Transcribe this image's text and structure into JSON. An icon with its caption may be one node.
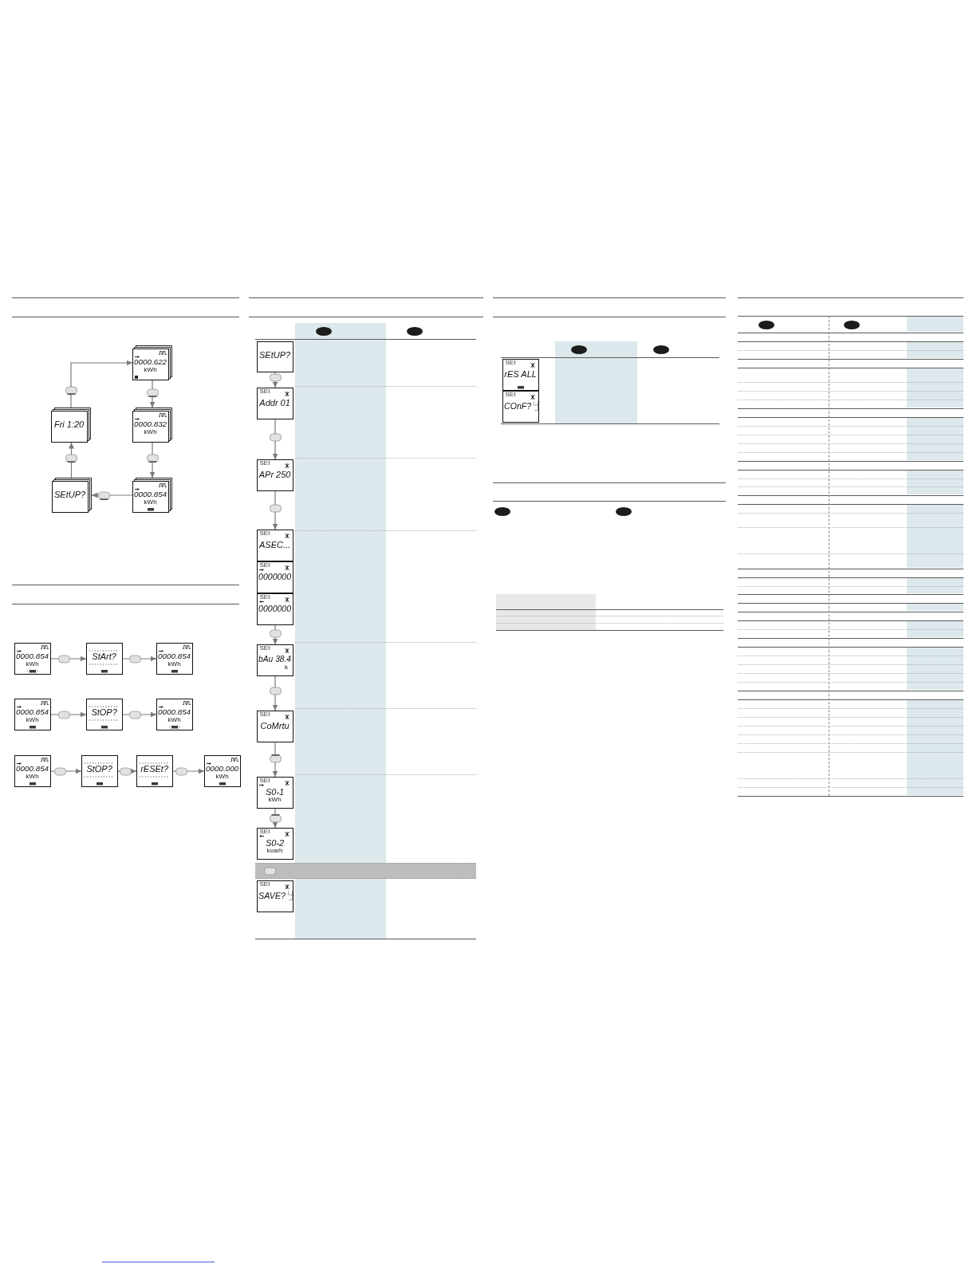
{
  "diagram": {
    "nodes": [
      {
        "text": [
          "0000.622",
          "kWh"
        ]
      },
      {
        "text": [
          "Fri 1:20"
        ]
      },
      {
        "text": [
          "0000.832",
          "kWh"
        ]
      },
      {
        "text": [
          "SEtUP?"
        ]
      },
      {
        "text": [
          "0000.854",
          "kWh"
        ]
      },
      {
        "text": [
          "0000.854",
          "kWh"
        ]
      },
      {
        "text": [
          "StArt?"
        ]
      },
      {
        "text": [
          "0000.854",
          "kWh"
        ]
      },
      {
        "text": [
          "0000.854",
          "kWh"
        ]
      },
      {
        "text": [
          "StOP?"
        ]
      },
      {
        "text": [
          "0000.854",
          "kWh"
        ]
      },
      {
        "text": [
          "0000.854",
          "kWh"
        ]
      },
      {
        "text": [
          "StOP?"
        ]
      },
      {
        "text": [
          "rESEt?"
        ]
      },
      {
        "text": [
          "0000.000",
          "kWh"
        ]
      },
      {
        "text": [
          "SEtUP?"
        ]
      },
      {
        "text": [
          "SEt",
          "Addr 01"
        ]
      },
      {
        "text": [
          "SEt",
          "APr 250"
        ]
      },
      {
        "text": [
          "SEt",
          "ASEC..."
        ]
      },
      {
        "text": [
          "SEt",
          "0000000"
        ]
      },
      {
        "text": [
          "SEt",
          "0000000"
        ]
      },
      {
        "text": [
          "SEt",
          "bAu 38.4",
          "k"
        ]
      },
      {
        "text": [
          "SEt",
          "CoMrtu"
        ]
      },
      {
        "text": [
          "SEt",
          "S0-1",
          "kWh"
        ]
      },
      {
        "text": [
          "SEt",
          "S0-2",
          "kvarh"
        ]
      },
      {
        "text": [
          "SEt",
          "SAVE?"
        ]
      },
      {
        "text": [
          "SEt",
          "rES ALL"
        ]
      },
      {
        "text": [
          "SEt",
          "COnF?"
        ]
      }
    ],
    "edges": [
      {
        "from": 0,
        "to": 2,
        "arrow": "to"
      },
      {
        "from": 2,
        "to": 4,
        "arrow": "to"
      },
      {
        "from": 4,
        "to": 3,
        "arrow": "to"
      },
      {
        "from": 3,
        "to": 1,
        "arrow": "to"
      },
      {
        "from": 1,
        "to": 0,
        "arrow": "to"
      },
      {
        "from": 5,
        "to": 6,
        "arrow": "to"
      },
      {
        "from": 6,
        "to": 7,
        "arrow": "to"
      },
      {
        "from": 8,
        "to": 9,
        "arrow": "to"
      },
      {
        "from": 9,
        "to": 10,
        "arrow": "to"
      },
      {
        "from": 11,
        "to": 12,
        "arrow": "to"
      },
      {
        "from": 12,
        "to": 13,
        "arrow": "to"
      },
      {
        "from": 13,
        "to": 14,
        "arrow": "to"
      },
      {
        "from": 15,
        "to": 16,
        "arrow": "to"
      },
      {
        "from": 16,
        "to": 17,
        "arrow": "to"
      },
      {
        "from": 17,
        "to": 18,
        "arrow": "to"
      },
      {
        "from": 20,
        "to": 21,
        "arrow": "to"
      },
      {
        "from": 21,
        "to": 22,
        "arrow": "to"
      },
      {
        "from": 22,
        "to": 23,
        "arrow": "to"
      },
      {
        "from": 23,
        "to": 24,
        "arrow": "to"
      }
    ]
  }
}
